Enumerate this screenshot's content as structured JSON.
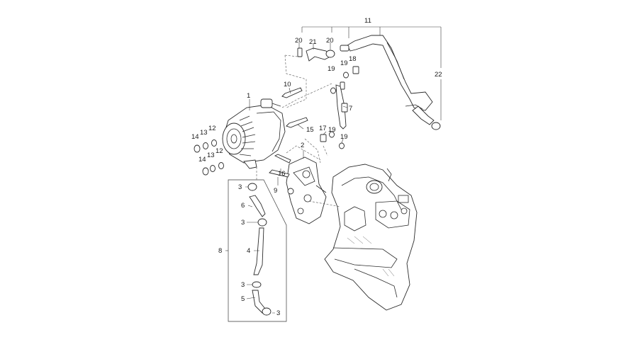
{
  "diagram": {
    "callouts": {
      "c1": "1",
      "c2": "2",
      "c3a": "3",
      "c3b": "3",
      "c3c": "3",
      "c3d": "3",
      "c4": "4",
      "c5": "5",
      "c6": "6",
      "c7": "7",
      "c8": "8",
      "c9": "9",
      "c10": "10",
      "c11": "11",
      "c12a": "12",
      "c12b": "12",
      "c13a": "13",
      "c13b": "13",
      "c14a": "14",
      "c14b": "14",
      "c15": "15",
      "c16": "16",
      "c17": "17",
      "c18": "18",
      "c19a": "19",
      "c19b": "19",
      "c19c": "19",
      "c19d": "19",
      "c20a": "20",
      "c20b": "20",
      "c21": "21",
      "c22": "22"
    }
  }
}
